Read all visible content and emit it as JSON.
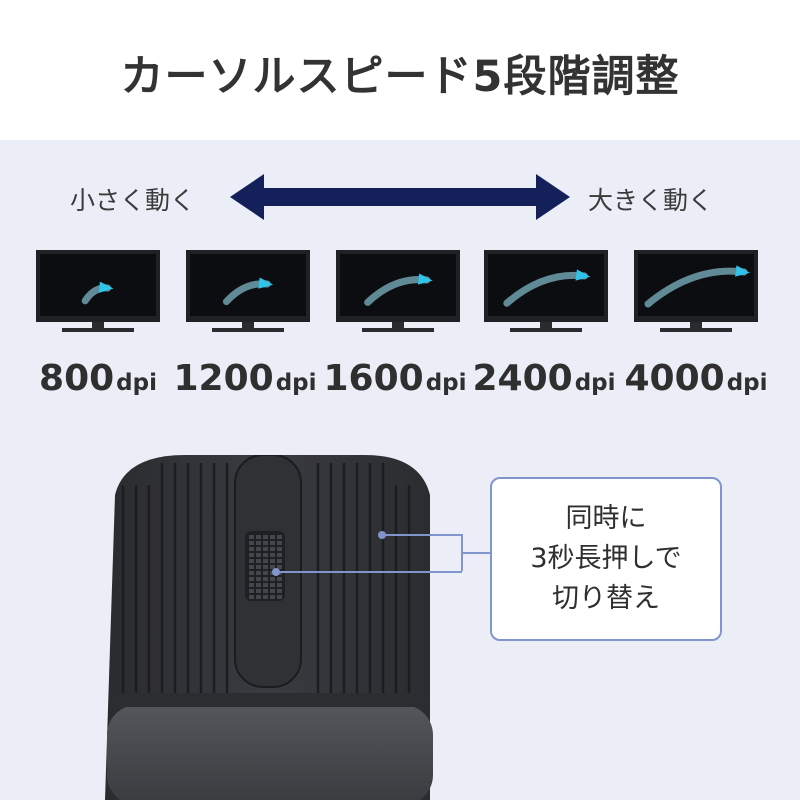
{
  "title": "カーソルスピード5段階調整",
  "speed_labels": {
    "slow": "小さく動く",
    "fast": "大きく動く"
  },
  "colors": {
    "arrow": "#14205a",
    "cursor_trail": "#5f8a96",
    "cursor_head": "#2fc3ea",
    "callout_border": "#7f95cc"
  },
  "dpi_levels": [
    {
      "value": "800",
      "unit": "dpi",
      "trail_length": 0.2
    },
    {
      "value": "1200",
      "unit": "dpi",
      "trail_length": 0.4
    },
    {
      "value": "1600",
      "unit": "dpi",
      "trail_length": 0.6
    },
    {
      "value": "2400",
      "unit": "dpi",
      "trail_length": 0.8
    },
    {
      "value": "4000",
      "unit": "dpi",
      "trail_length": 1.0
    }
  ],
  "callout": {
    "lines": [
      "同時に",
      "3秒長押しで",
      "切り替え"
    ]
  }
}
